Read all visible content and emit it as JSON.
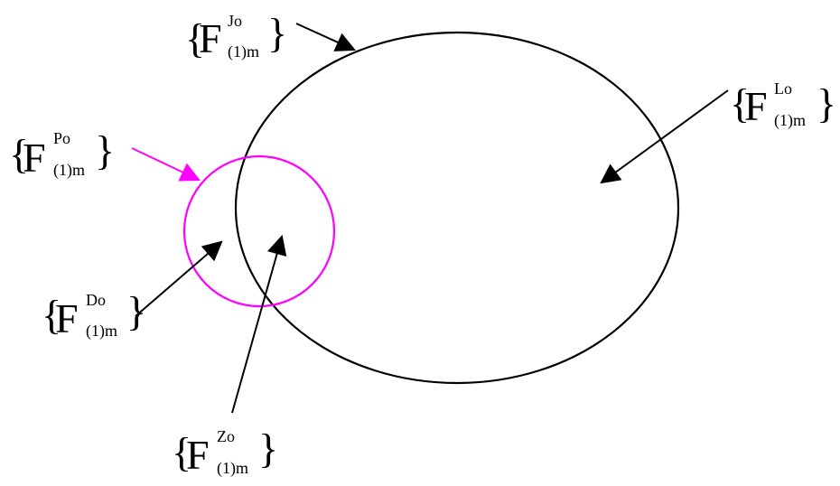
{
  "colors": {
    "black": "#000000",
    "magenta": "#ff00ff",
    "background": "#ffffff"
  },
  "labels": {
    "jo": {
      "open": "{",
      "letter": "F",
      "sup": "Jo",
      "sub": "(1)m",
      "close": "}"
    },
    "lo": {
      "open": "{",
      "letter": "F",
      "sup": "Lo",
      "sub": "(1)m",
      "close": "}"
    },
    "po": {
      "open": "{",
      "letter": "F",
      "sup": "Po",
      "sub": "(1)m",
      "close": "}"
    },
    "do": {
      "open": "{",
      "letter": "F",
      "sup": "Do",
      "sub": "(1)m",
      "close": "}"
    },
    "zo": {
      "open": "{",
      "letter": "F",
      "sup": "Zo",
      "sub": "(1)m",
      "close": "}"
    }
  }
}
